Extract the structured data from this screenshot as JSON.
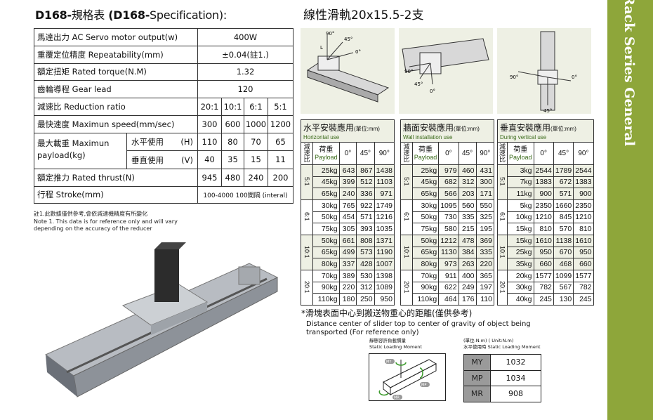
{
  "title": {
    "model": "D168-",
    "zh": "規格表",
    "paren_open": " (D168-",
    "en": "Specification):"
  },
  "spec": {
    "rows": [
      {
        "label": "馬達出力 AC Servo motor output(w)",
        "value": "400W"
      },
      {
        "label": "重覆定位精度  Repeatability(mm)",
        "value": "±0.04(註1.)"
      },
      {
        "label": "額定扭矩  Rated torque(N.M)",
        "value": "1.32"
      },
      {
        "label": "齒輪導程  Gear lead",
        "value": "120"
      }
    ],
    "reduction": {
      "label": "減速比  Reduction ratio",
      "values": [
        "20:1",
        "10:1",
        "6:1",
        "5:1"
      ]
    },
    "speed": {
      "label": "最快速度  Maximun speed(mm/sec)",
      "values": [
        "300",
        "600",
        "1000",
        "1200"
      ]
    },
    "payload": {
      "label": "最大載重 Maximun payload(kg)",
      "h_label": "水平使用",
      "h_unit": "(H)",
      "h_values": [
        "110",
        "80",
        "70",
        "65"
      ],
      "v_label": "垂直使用",
      "v_unit": "(V)",
      "v_values": [
        "40",
        "35",
        "15",
        "11"
      ]
    },
    "thrust": {
      "label": "額定推力  Rated thrust(N)",
      "values": [
        "945",
        "480",
        "240",
        "200"
      ]
    },
    "stroke": {
      "label": "行程  Stroke(mm)",
      "value": "100-4000 100間隔 (interal)"
    }
  },
  "notes": [
    "註1.此數據僅供參考,會依減速機精度有所變化",
    "Note 1. This data is for reference only and will vary",
    "depending on the accuracy of the reducer"
  ],
  "right_title": "線性滑軌20x15.5-2支",
  "diagram_labels": {
    "a90": "90°",
    "a45": "45°",
    "a0": "0°",
    "L": "L"
  },
  "moment_tables": [
    {
      "title": "水平安裝應用",
      "unit": "(單位:mm)",
      "en": "Horizontal use",
      "ratio_head": "減速比",
      "payload_zh": "荷重",
      "payload_en": "Payload",
      "angles": [
        "0°",
        "45°",
        "90°"
      ],
      "groups": [
        {
          "ratio": "5:1",
          "rows": [
            [
              "25kg",
              "643",
              "867",
              "1438"
            ],
            [
              "45kg",
              "399",
              "512",
              "1103"
            ],
            [
              "65kg",
              "240",
              "336",
              "971"
            ]
          ]
        },
        {
          "ratio": "6:1",
          "rows": [
            [
              "30kg",
              "765",
              "922",
              "1749"
            ],
            [
              "50kg",
              "454",
              "571",
              "1216"
            ],
            [
              "75kg",
              "305",
              "393",
              "1035"
            ]
          ]
        },
        {
          "ratio": "10:1",
          "rows": [
            [
              "50kg",
              "661",
              "808",
              "1371"
            ],
            [
              "65kg",
              "499",
              "573",
              "1190"
            ],
            [
              "80kg",
              "337",
              "428",
              "1007"
            ]
          ]
        },
        {
          "ratio": "20:1",
          "rows": [
            [
              "70kg",
              "389",
              "530",
              "1398"
            ],
            [
              "90kg",
              "220",
              "312",
              "1089"
            ],
            [
              "110kg",
              "180",
              "250",
              "950"
            ]
          ]
        }
      ]
    },
    {
      "title": "牆面安裝應用",
      "unit": "(單位:mm)",
      "en": "Wall installation use",
      "ratio_head": "減速比",
      "payload_zh": "荷重",
      "payload_en": "Payload",
      "angles": [
        "0°",
        "45°",
        "90°"
      ],
      "groups": [
        {
          "ratio": "5:1",
          "rows": [
            [
              "25kg",
              "979",
              "460",
              "431"
            ],
            [
              "45kg",
              "682",
              "312",
              "300"
            ],
            [
              "65kg",
              "566",
              "203",
              "171"
            ]
          ]
        },
        {
          "ratio": "6:1",
          "rows": [
            [
              "30kg",
              "1095",
              "560",
              "550"
            ],
            [
              "50kg",
              "730",
              "335",
              "325"
            ],
            [
              "75kg",
              "580",
              "215",
              "195"
            ]
          ]
        },
        {
          "ratio": "10:1",
          "rows": [
            [
              "50kg",
              "1212",
              "478",
              "369"
            ],
            [
              "65kg",
              "1130",
              "384",
              "335"
            ],
            [
              "80kg",
              "973",
              "263",
              "220"
            ]
          ]
        },
        {
          "ratio": "20:1",
          "rows": [
            [
              "70kg",
              "911",
              "400",
              "365"
            ],
            [
              "90kg",
              "622",
              "249",
              "197"
            ],
            [
              "110kg",
              "464",
              "176",
              "110"
            ]
          ]
        }
      ]
    },
    {
      "title": "垂直安裝應用",
      "unit": "(單位:mm)",
      "en": "During vertical use",
      "ratio_head": "減速比",
      "payload_zh": "荷重",
      "payload_en": "Payload",
      "angles": [
        "0°",
        "45°",
        "90°"
      ],
      "groups": [
        {
          "ratio": "5:1",
          "rows": [
            [
              "3kg",
              "2544",
              "1789",
              "2544"
            ],
            [
              "7kg",
              "1383",
              "672",
              "1383"
            ],
            [
              "11kg",
              "900",
              "571",
              "900"
            ]
          ]
        },
        {
          "ratio": "6:1",
          "rows": [
            [
              "5kg",
              "2350",
              "1660",
              "2350"
            ],
            [
              "10kg",
              "1210",
              "845",
              "1210"
            ],
            [
              "15kg",
              "810",
              "570",
              "810"
            ]
          ]
        },
        {
          "ratio": "10:1",
          "rows": [
            [
              "15kg",
              "1610",
              "1138",
              "1610"
            ],
            [
              "25kg",
              "950",
              "670",
              "950"
            ],
            [
              "35kg",
              "660",
              "468",
              "660"
            ]
          ]
        },
        {
          "ratio": "20:1",
          "rows": [
            [
              "20kg",
              "1577",
              "1099",
              "1577"
            ],
            [
              "30kg",
              "782",
              "567",
              "782"
            ],
            [
              "40kg",
              "245",
              "130",
              "245"
            ]
          ]
        }
      ]
    }
  ],
  "distance_note": {
    "zh": "*滑塊表面中心到搬送物重心的距離(僅供參考)",
    "en1": "Distance center of slider top to center of gravity of object being",
    "en2": "transported (For reference only)"
  },
  "static_moment": {
    "zh": "靜態容許負載慣量",
    "en": "Static Loading Moment",
    "unit": "(單位:N.m) ( Unit:N.m)",
    "h_label": "水平使用時  Static Loading Moment",
    "axes": [
      "MY",
      "MP",
      "MR"
    ],
    "rows": [
      {
        "k": "MY",
        "v": "1032"
      },
      {
        "k": "MP",
        "v": "1034"
      },
      {
        "k": "MR",
        "v": "908"
      }
    ]
  },
  "side_label": "Rack Series General",
  "colors": {
    "accent": "#8ea63a",
    "beige": "#eef0e4",
    "gray": "#9a9a9a"
  }
}
